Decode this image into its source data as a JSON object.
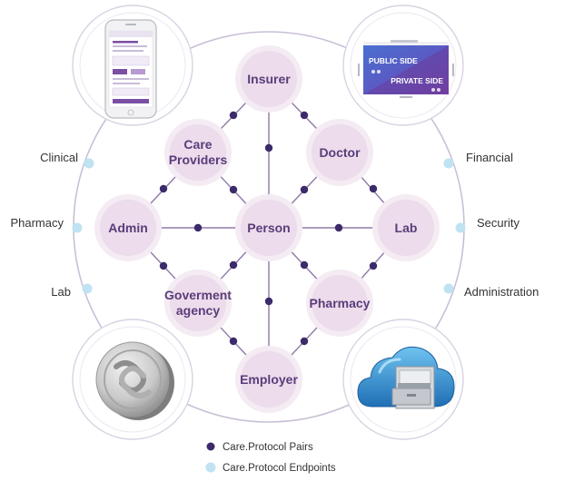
{
  "colors": {
    "node_fill": "#ecdcec",
    "node_halo": "#f4ebf3",
    "node_text": "#5a3d7a",
    "edge": "#8f7aa6",
    "pair_dot": "#3d2a6b",
    "endpoint_dot": "#bfe3f2",
    "outer_ring": "#c9bfd6"
  },
  "nodes": {
    "insurer": "Insurer",
    "care_providers_1": "Care",
    "care_providers_2": "Providers",
    "doctor": "Doctor",
    "admin": "Admin",
    "person": "Person",
    "lab": "Lab",
    "government_1": "Goverment",
    "government_2": "agency",
    "pharmacy": "Pharmacy",
    "employer": "Employer"
  },
  "side_labels": {
    "clinical": "Clinical",
    "pharmacy": "Pharmacy",
    "lab": "Lab",
    "financial": "Financial",
    "security": "Security",
    "administration": "Administration"
  },
  "card": {
    "public_side": "PUBLIC SIDE",
    "private_side": "PRIVATE SIDE"
  },
  "legend": {
    "pairs": "Care.Protocol Pairs",
    "endpoints": "Care.Protocol Endpoints"
  },
  "icons": {
    "top_left": "smartphone-app-icon",
    "top_right": "public-private-card-icon",
    "bottom_left": "coin-icon",
    "bottom_right": "cloud-cabinet-icon"
  }
}
